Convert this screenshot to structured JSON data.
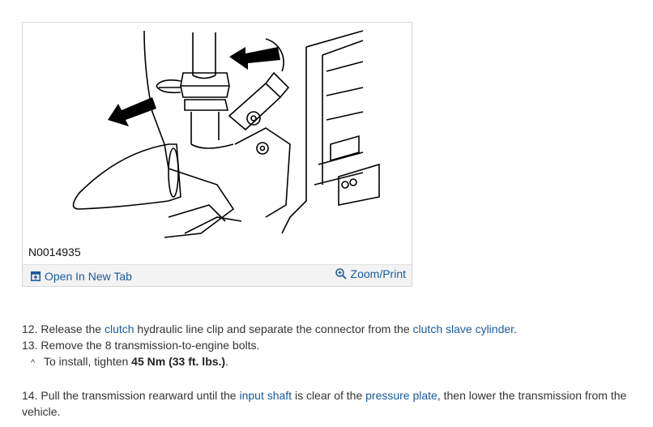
{
  "figure": {
    "id_label": "N0014935",
    "open_tab_label": "Open In New Tab",
    "zoom_label": "Zoom/Print"
  },
  "steps": {
    "s12": {
      "pre": "12. Release the ",
      "link1": "clutch",
      "mid": " hydraulic line clip and separate the connector from the ",
      "link2": "clutch slave cylinder",
      "post": "."
    },
    "s13": {
      "text": "13. Remove the 8 transmission-to-engine bolts."
    },
    "note": {
      "caret": "^",
      "pre": "To install, tighten ",
      "bold": "45 Nm (33 ft. lbs.)",
      "post": "."
    },
    "s14": {
      "pre": "14. Pull the transmission rearward until the ",
      "link1": "input shaft",
      "mid": " is clear of the ",
      "link2": "pressure plate",
      "post": ", then lower the transmission from the vehicle."
    }
  },
  "colors": {
    "link": "#1a5a9c",
    "footer_bg": "#f3f3f3",
    "text": "#333333"
  }
}
